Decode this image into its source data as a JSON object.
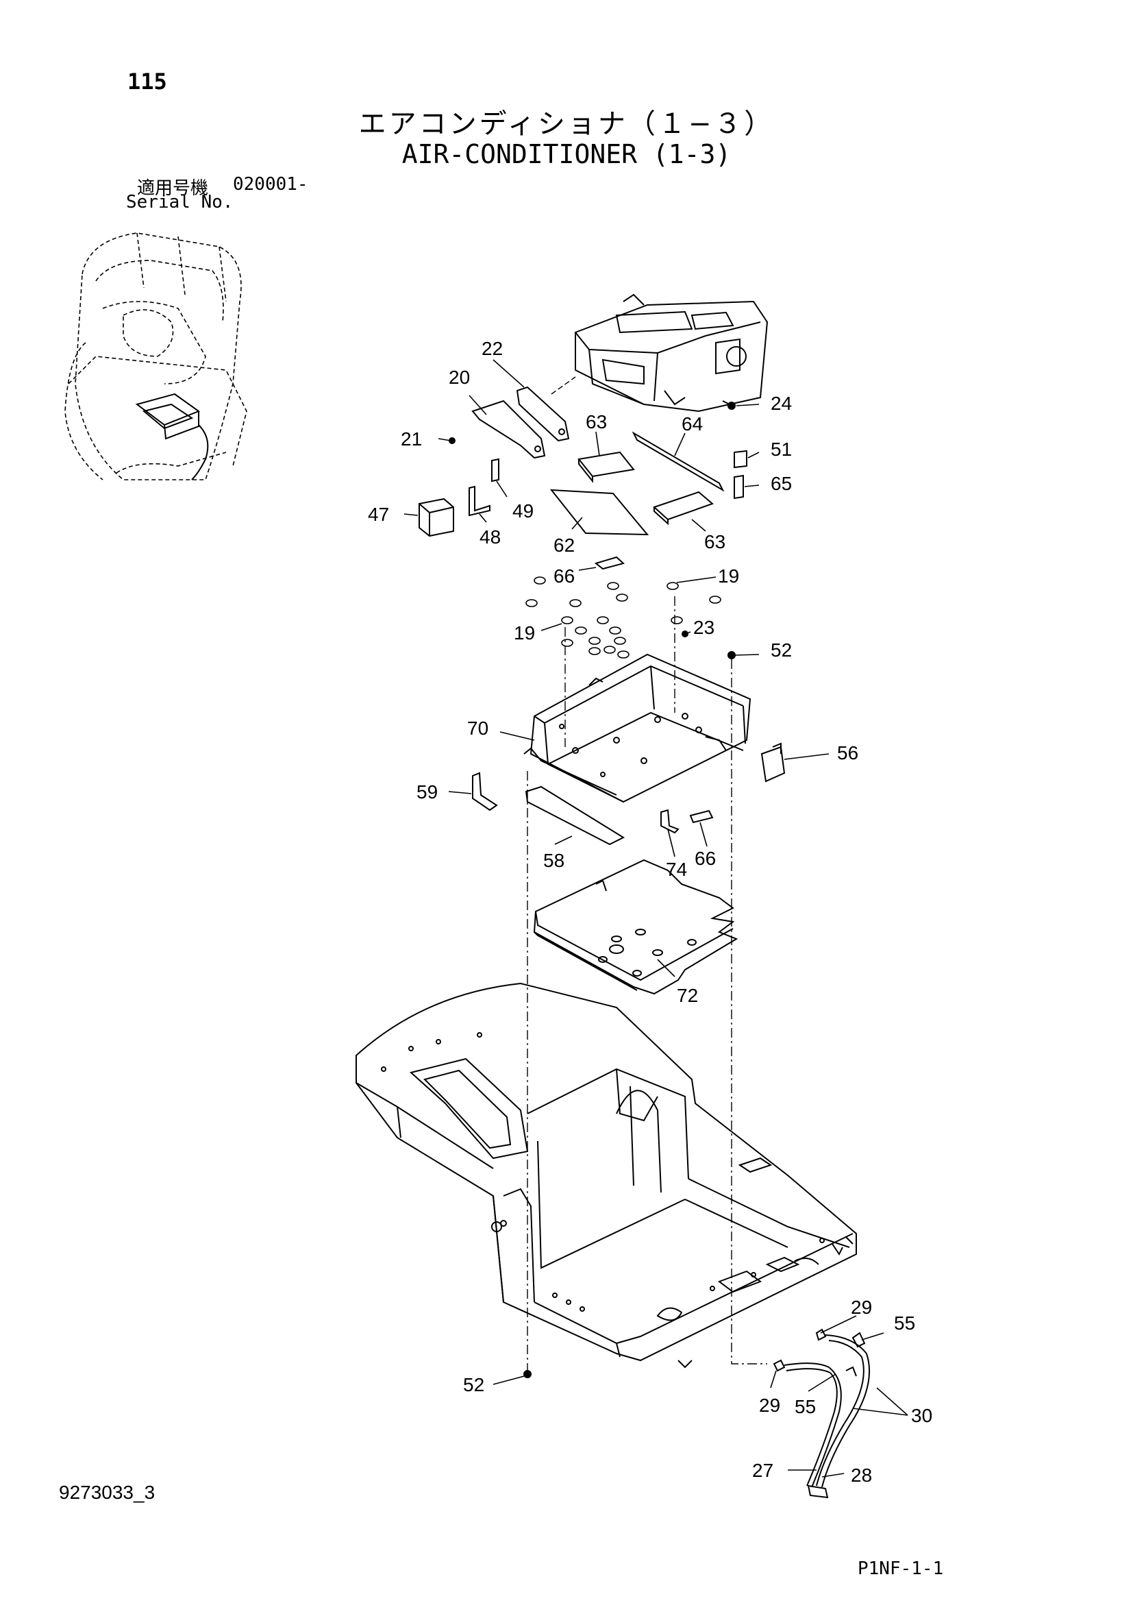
{
  "page_number": "115",
  "title_jp": "エアコンディショナ（１−３）",
  "title_en": "AIR-CONDITIONER (1-3)",
  "serial": {
    "label_jp": "適用号機",
    "value": "020001-",
    "label_en": "Serial No."
  },
  "document_code": "9273033_3",
  "page_code": "P1NF-1-1",
  "callouts": {
    "c22": "22",
    "c20": "20",
    "c24": "24",
    "c21": "21",
    "c63a": "63",
    "c64": "64",
    "c51": "51",
    "c65": "65",
    "c49": "49",
    "c47": "47",
    "c48": "48",
    "c62": "62",
    "c63b": "63",
    "c66a": "66",
    "c19a": "19",
    "c19b": "19",
    "c23": "23",
    "c52a": "52",
    "c70": "70",
    "c56": "56",
    "c59": "59",
    "c58": "58",
    "c74": "74",
    "c66b": "66",
    "c72": "72",
    "c29a": "29",
    "c55a": "55",
    "c52b": "52",
    "c29b": "29",
    "c55b": "55",
    "c30": "30",
    "c27": "27",
    "c28": "28"
  }
}
